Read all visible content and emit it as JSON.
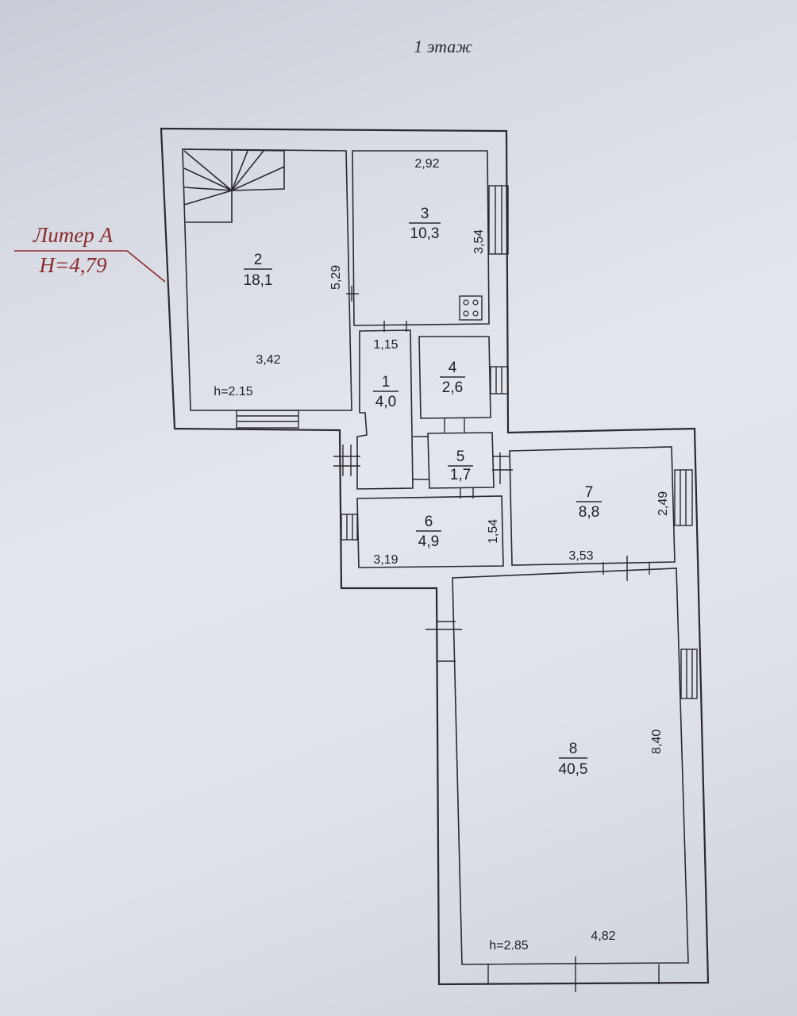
{
  "floor_title": "1 этаж",
  "liter": {
    "name": "Литер А",
    "height": "H=4,79"
  },
  "rooms": [
    {
      "number": "1",
      "area": "4,0"
    },
    {
      "number": "2",
      "area": "18,1"
    },
    {
      "number": "3",
      "area": "10,3"
    },
    {
      "number": "4",
      "area": "2,6"
    },
    {
      "number": "5",
      "area": "1,7"
    },
    {
      "number": "6",
      "area": "4,9"
    },
    {
      "number": "7",
      "area": "8,8"
    },
    {
      "number": "8",
      "area": "40,5"
    }
  ],
  "dimensions": {
    "room2_height": "5,29",
    "room2_width": "3,42",
    "room2_ceiling": "h=2.15",
    "room3_width": "2,92",
    "room3_height": "3,54",
    "room1_width": "1,15",
    "room6_width": "3,19",
    "room6_height": "1,54",
    "room7_width": "3,53",
    "room7_height": "2,49",
    "room8_height": "8,40",
    "room8_width": "4,82",
    "room8_ceiling": "h=2.85"
  }
}
